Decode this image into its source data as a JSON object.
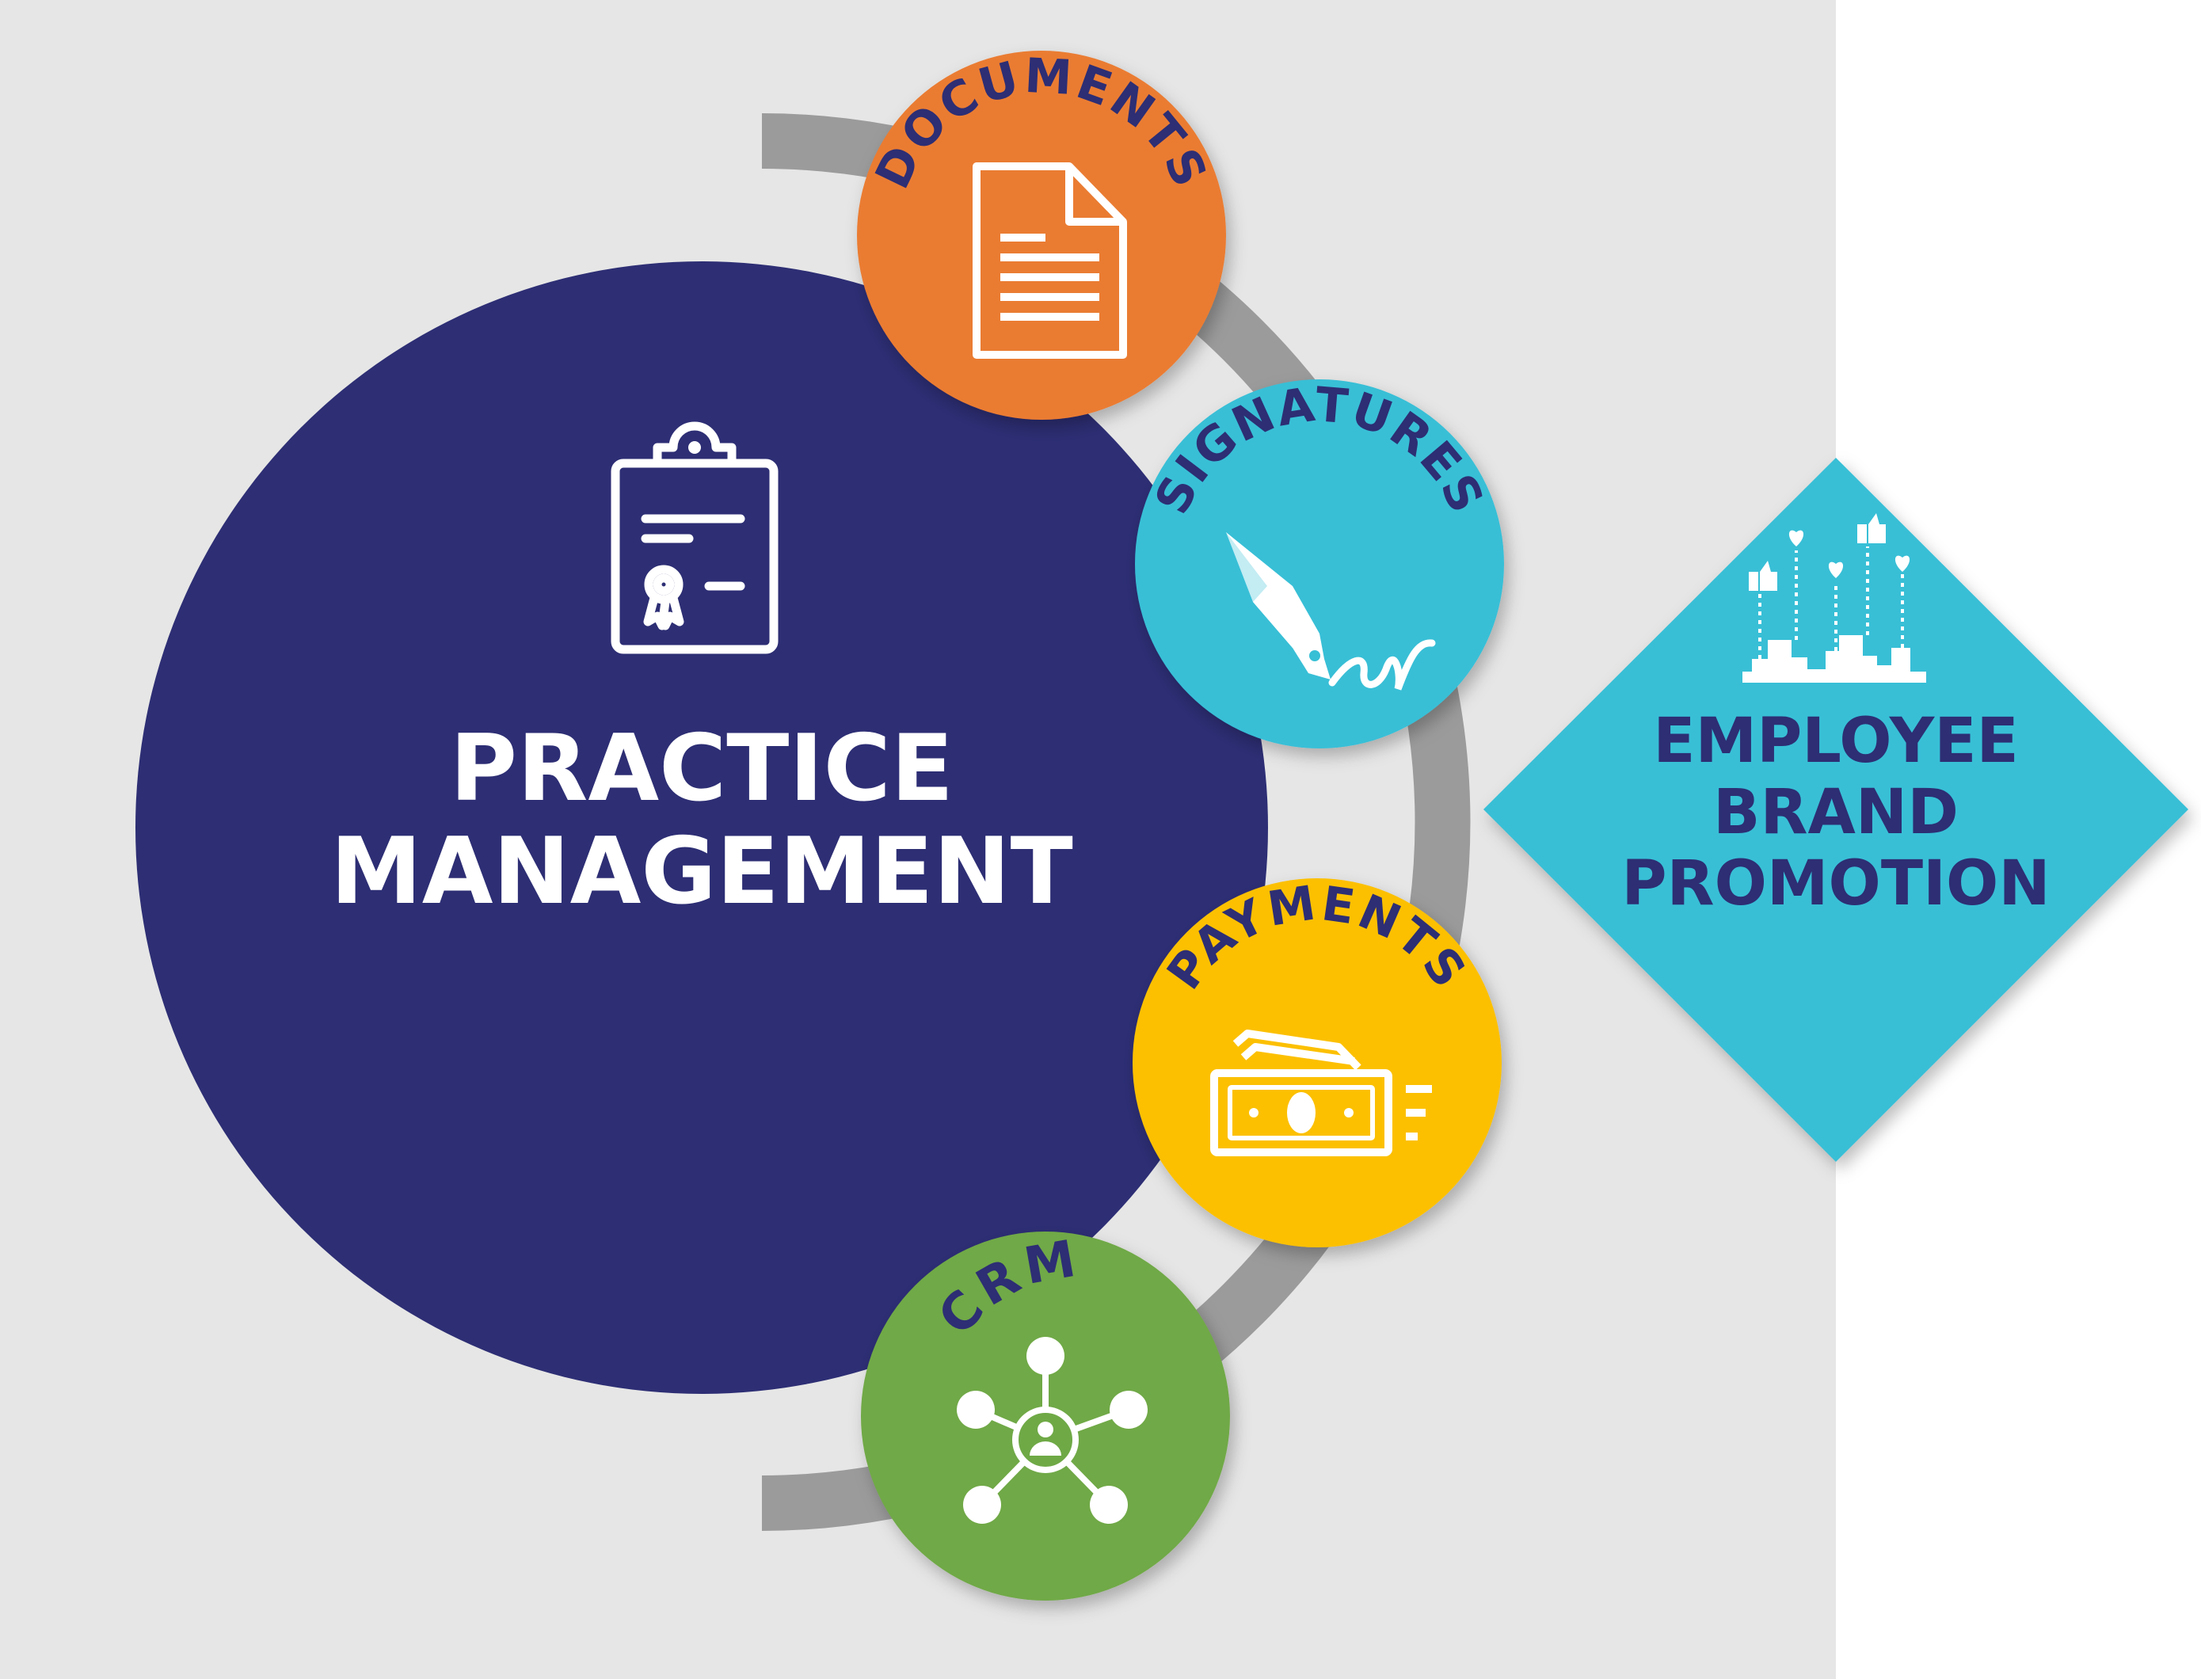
{
  "colors": {
    "panel_bg": "#e6e6e6",
    "page_bg": "#ffffff",
    "arc": "#9b9b9b",
    "main_circle": "#2d2e74",
    "documents": "#ea7b32",
    "signatures": "#37bfd6",
    "payments": "#fcc000",
    "crm": "#6fa946",
    "diamond": "#37bfd6",
    "dark_text": "#2d2e74",
    "white": "#ffffff"
  },
  "main": {
    "title_line1": "PRACTICE",
    "title_line2": "MANAGEMENT",
    "icon": "certificate-clipboard-icon"
  },
  "satellites": {
    "documents": {
      "label": "DOCUMENTS",
      "icon": "document-icon"
    },
    "signatures": {
      "label": "SIGNATURES",
      "icon": "fountain-pen-icon"
    },
    "payments": {
      "label": "PAYMENTS",
      "icon": "banknote-icon"
    },
    "crm": {
      "label": "CRM",
      "icon": "network-person-icon"
    }
  },
  "promo": {
    "line1": "EMPLOYEE",
    "line2": "BRAND",
    "line3": "PROMOTION",
    "icon": "social-likes-city-icon"
  }
}
